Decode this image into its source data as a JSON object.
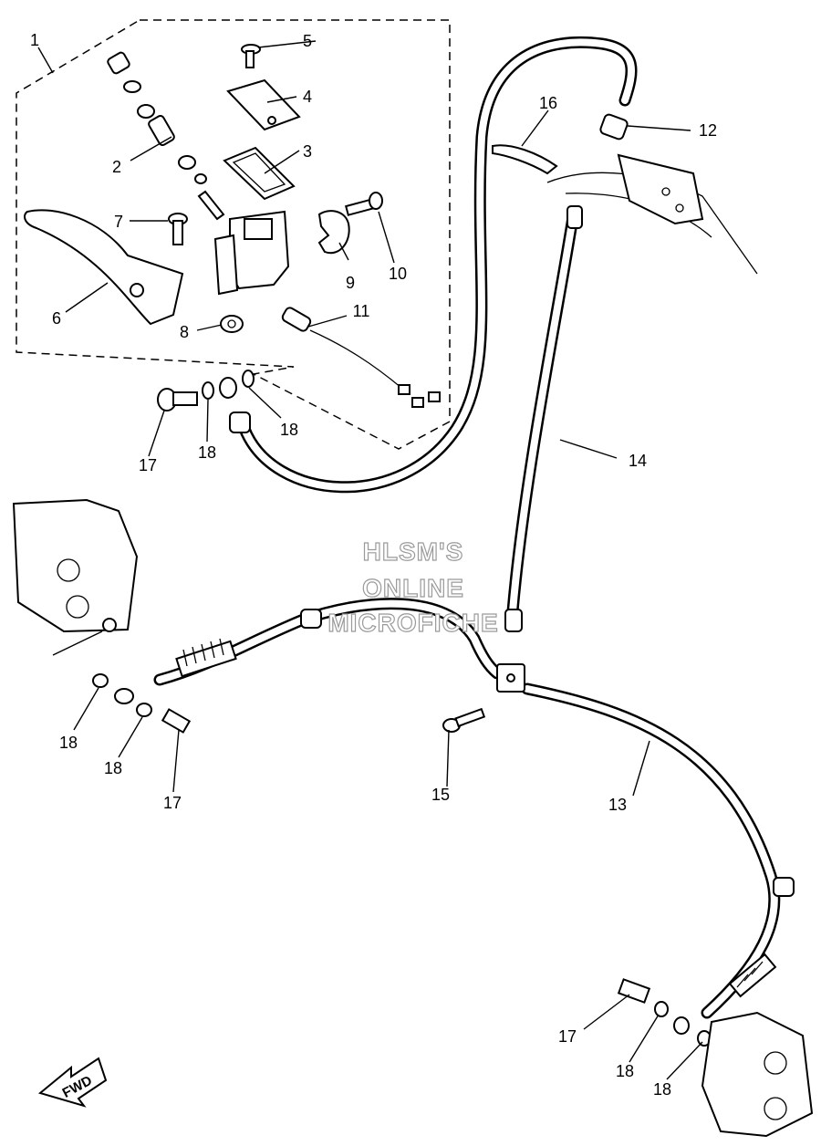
{
  "watermark": {
    "line1": "HLSM'S",
    "line2": "ONLINE",
    "line3": "MICROFICHE"
  },
  "direction_marker": {
    "label": "FWD"
  },
  "callouts": [
    {
      "id": "c1",
      "label": "1"
    },
    {
      "id": "c2",
      "label": "2"
    },
    {
      "id": "c3",
      "label": "3"
    },
    {
      "id": "c4",
      "label": "4"
    },
    {
      "id": "c5",
      "label": "5"
    },
    {
      "id": "c6",
      "label": "6"
    },
    {
      "id": "c7",
      "label": "7"
    },
    {
      "id": "c8",
      "label": "8"
    },
    {
      "id": "c9",
      "label": "9"
    },
    {
      "id": "c10",
      "label": "10"
    },
    {
      "id": "c11",
      "label": "11"
    },
    {
      "id": "c12",
      "label": "12"
    },
    {
      "id": "c13",
      "label": "13"
    },
    {
      "id": "c14",
      "label": "14"
    },
    {
      "id": "c15",
      "label": "15"
    },
    {
      "id": "c16",
      "label": "16"
    },
    {
      "id": "c17a",
      "label": "17"
    },
    {
      "id": "c18a",
      "label": "18"
    },
    {
      "id": "c18b",
      "label": "18"
    },
    {
      "id": "c18c",
      "label": "18"
    },
    {
      "id": "c18d",
      "label": "18"
    },
    {
      "id": "c17b",
      "label": "17"
    },
    {
      "id": "c17c",
      "label": "17"
    },
    {
      "id": "c18e",
      "label": "18"
    },
    {
      "id": "c18f",
      "label": "18"
    }
  ]
}
